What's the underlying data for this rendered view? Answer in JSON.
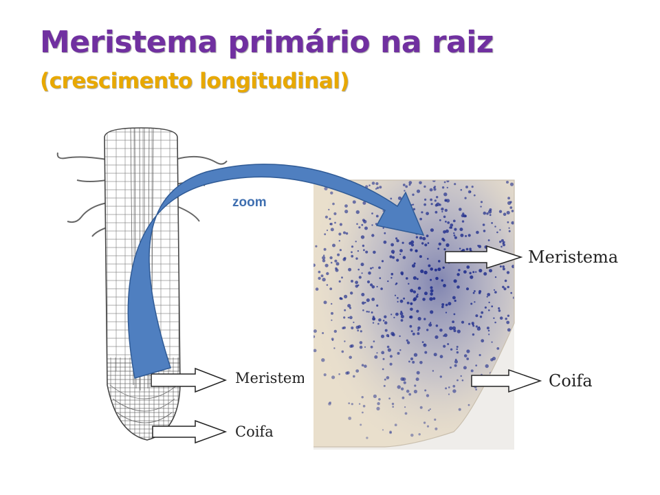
{
  "slide": {
    "title": "Meristema primário na raiz",
    "subtitle": "(crescimento longitudinal)"
  },
  "diagram": {
    "zoom_label": "zoom",
    "drawing_labels": {
      "meristem": "Meristem",
      "coifa": "Coifa"
    },
    "micrograph_labels": {
      "meristem": "Meristema",
      "coifa": "Coifa"
    }
  },
  "colors": {
    "title": "#7030a0",
    "subtitle": "#e8a800",
    "arrow_fill": "#4f7fc0",
    "arrow_stroke": "#2f5a95",
    "stain": "#1f2d8c"
  },
  "icons": [
    "curved-zoom-arrow",
    "block-arrow-right"
  ]
}
